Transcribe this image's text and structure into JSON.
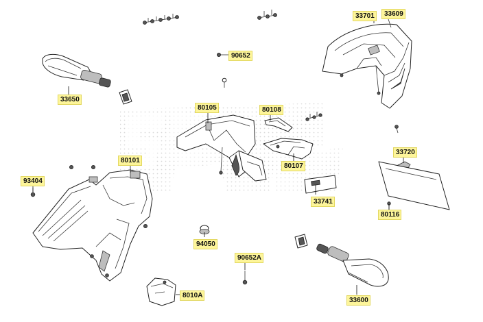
{
  "colors": {
    "label_bg": "#fdf59a",
    "line": "#222222",
    "watermark": "#d9d9d9"
  },
  "labels": {
    "p33701": "33701",
    "p33609": "33609",
    "p90652": "90652",
    "p33650": "33650",
    "p80105": "80105",
    "p80108": "80108",
    "p80107": "80107",
    "p33720": "33720",
    "p80101": "80101",
    "p93404": "93404",
    "p33741": "33741",
    "p80116": "80116",
    "p94050": "94050",
    "p90652A": "90652A",
    "p8010A": "8010A",
    "p33600": "33600"
  }
}
